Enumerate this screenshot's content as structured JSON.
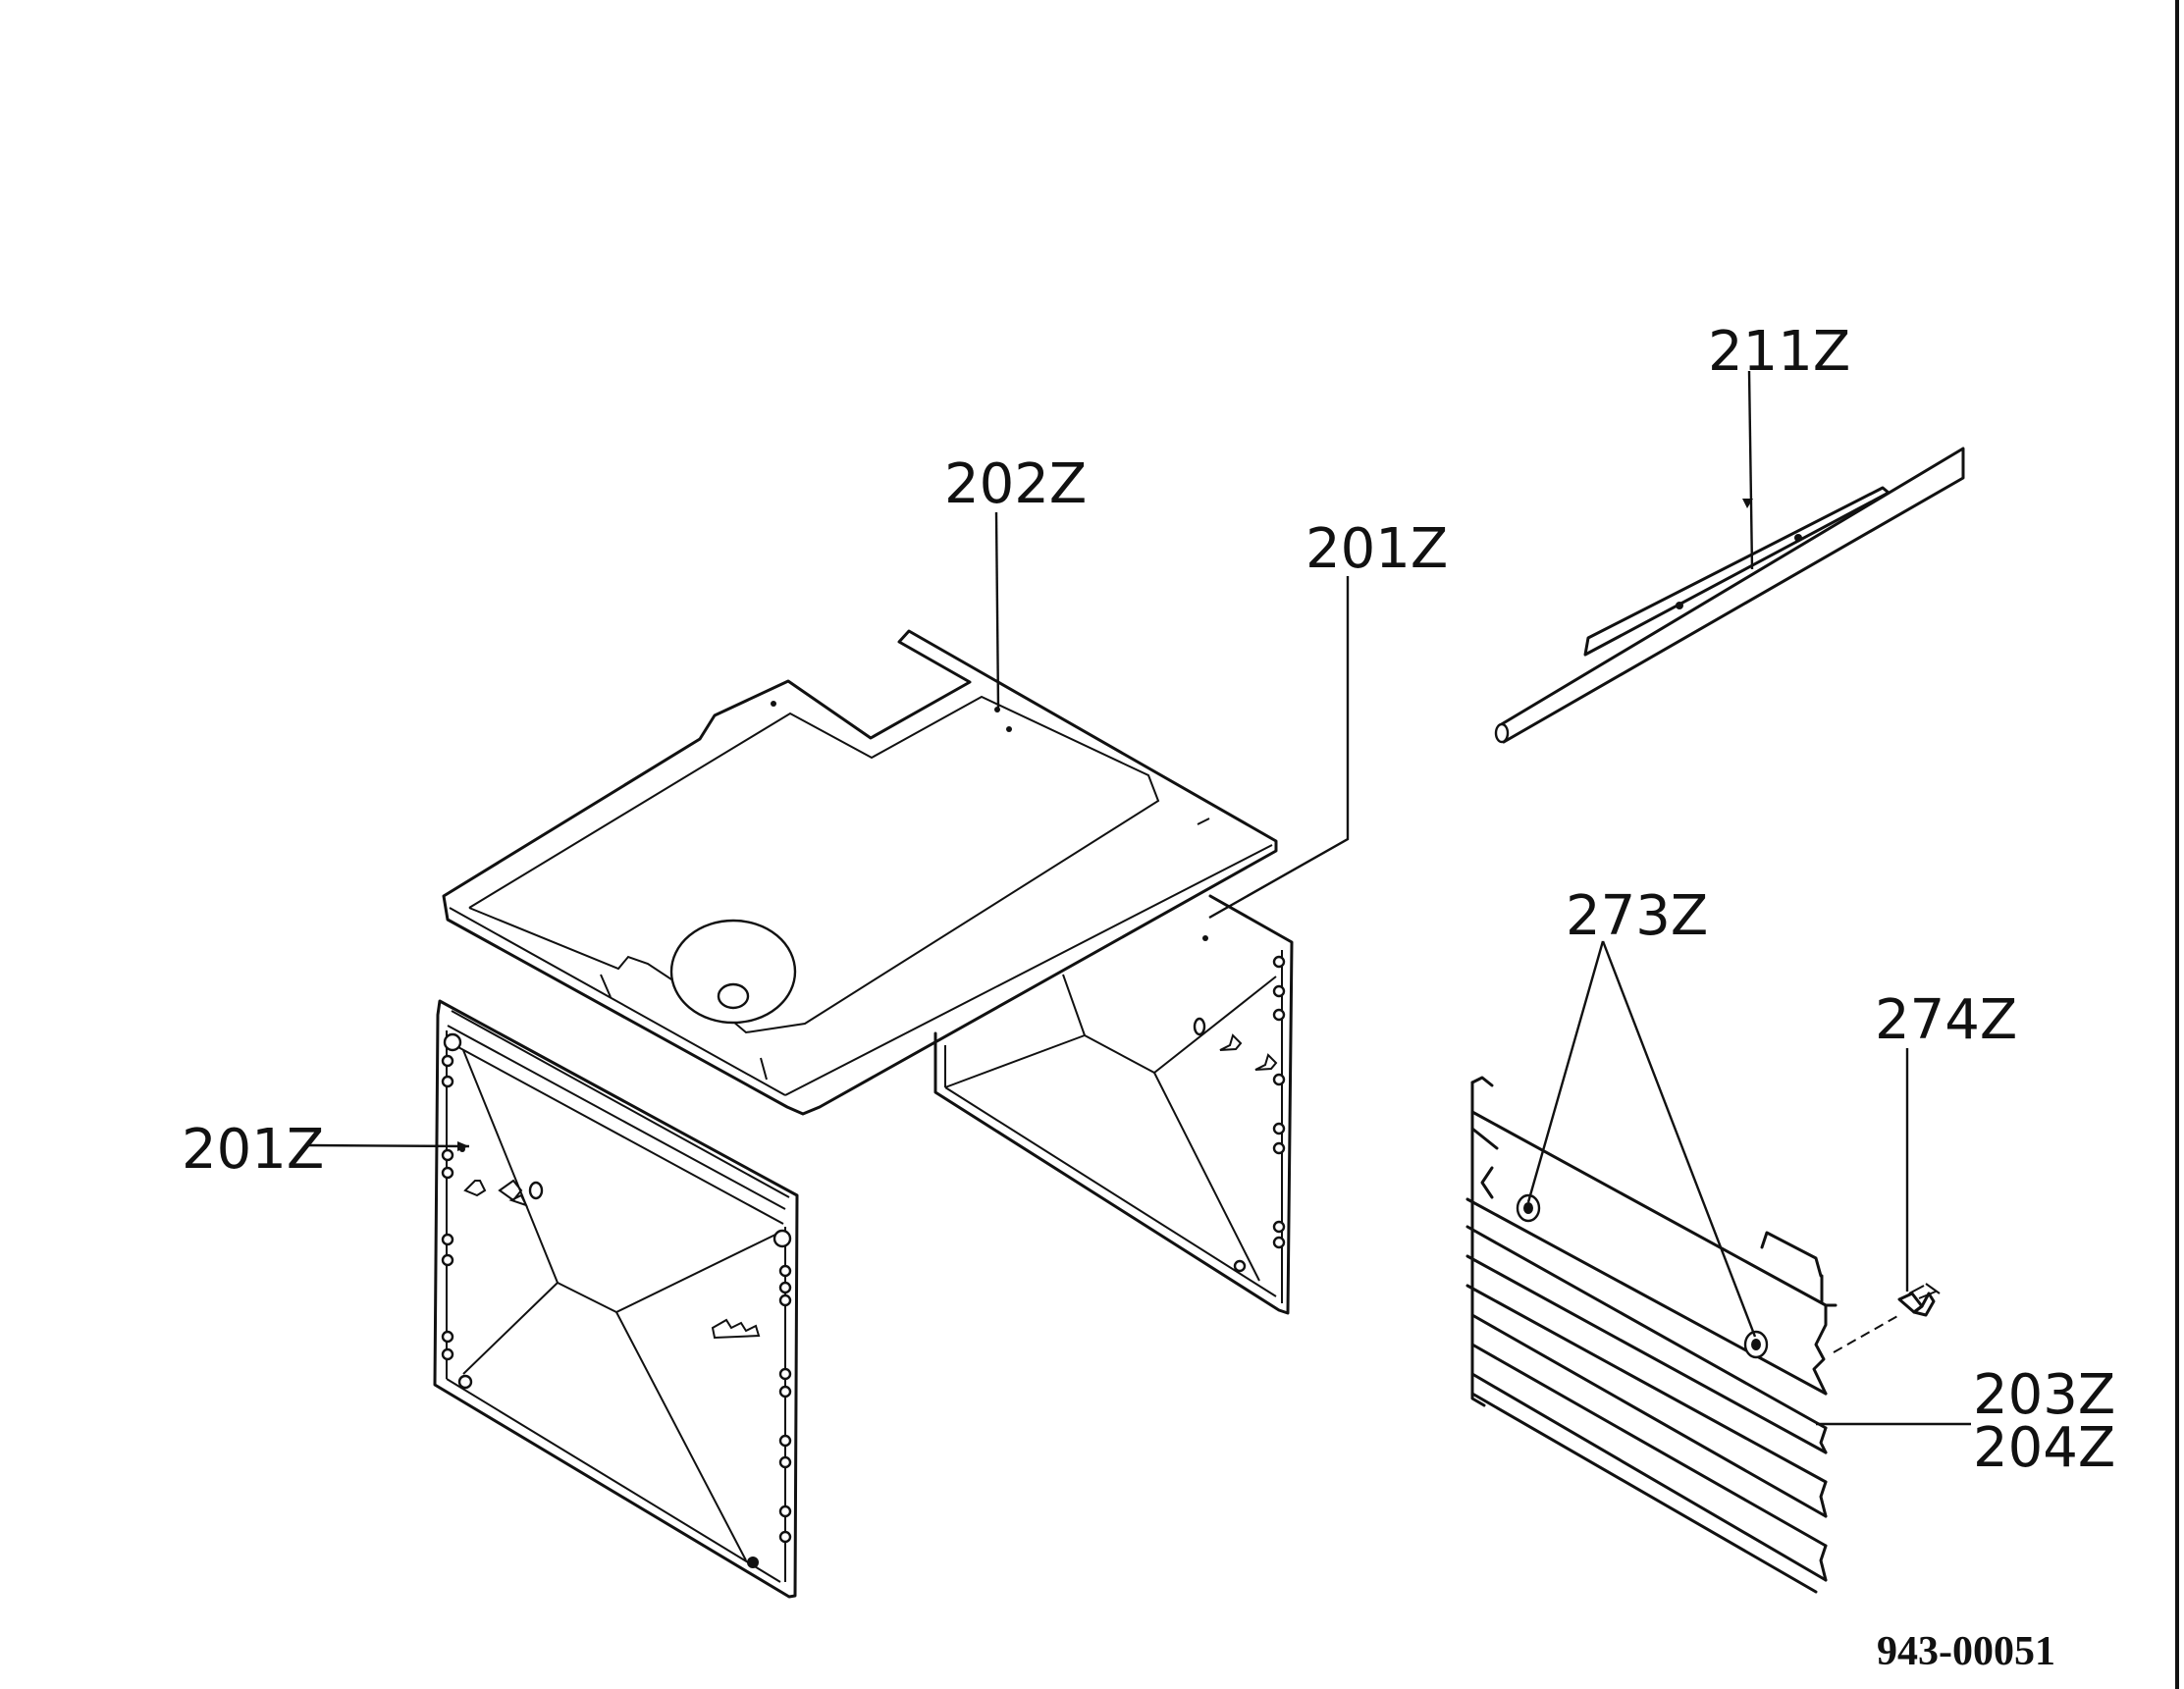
{
  "callouts": {
    "c211": "211Z",
    "c202": "202Z",
    "c201_top": "201Z",
    "c201_left": "201Z",
    "c273": "273Z",
    "c274": "274Z",
    "c203": "203Z",
    "c204": "204Z"
  },
  "drawing_number": "943-00051"
}
